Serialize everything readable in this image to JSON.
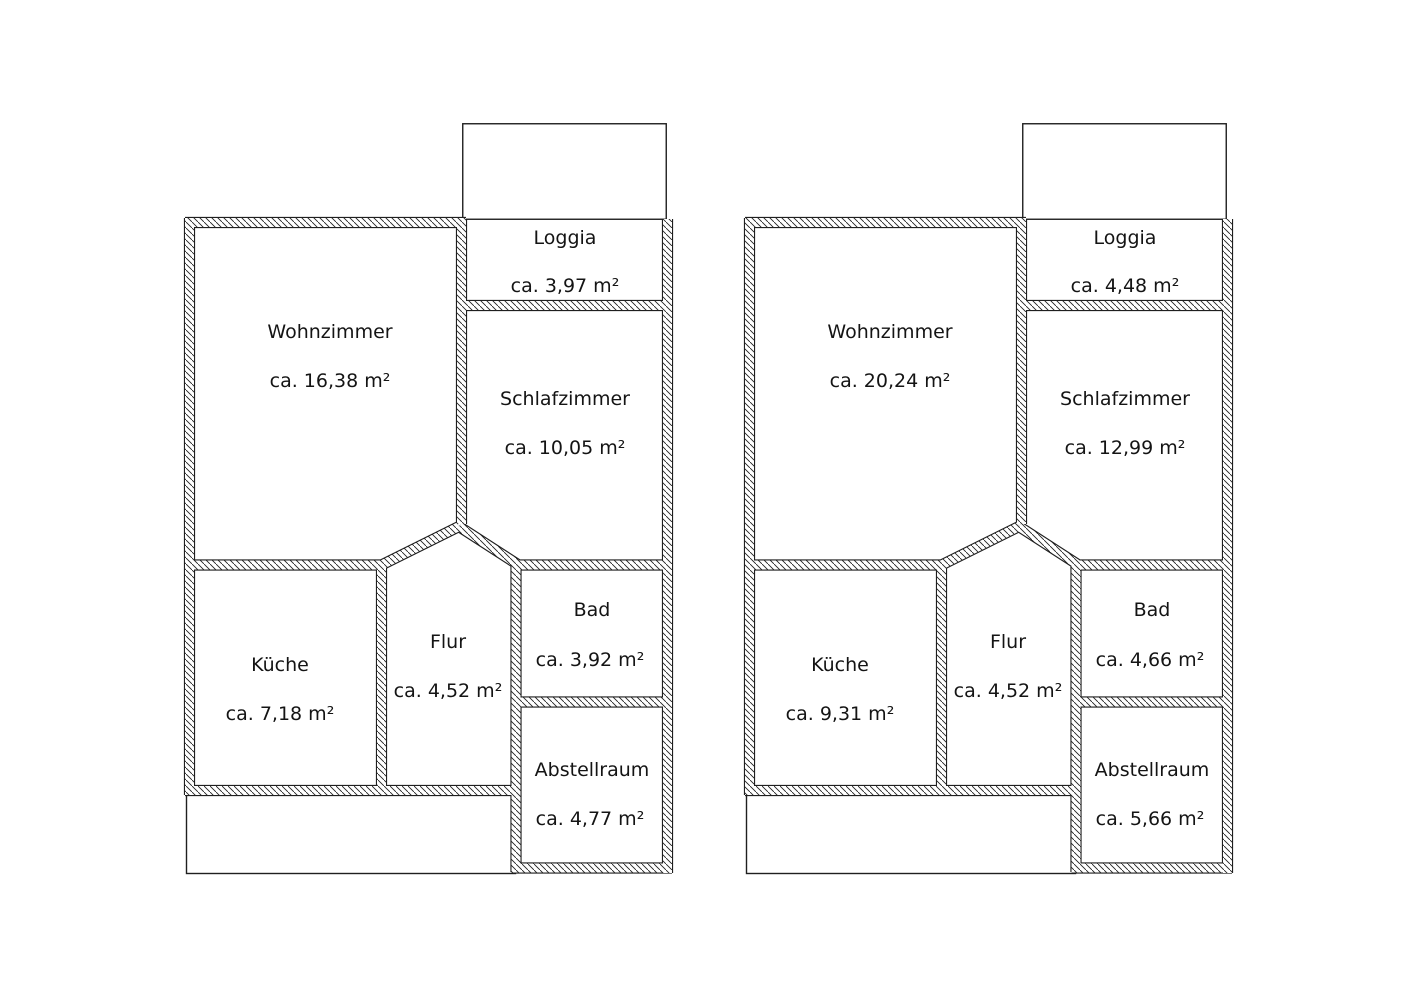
{
  "document_type": "floor-plan-comparison",
  "plans": [
    {
      "name": "floor-plan-1",
      "rooms": [
        {
          "name": "Wohnzimmer",
          "area": "ca. 16,38 m²"
        },
        {
          "name": "Loggia",
          "area": "ca. 3,97 m²"
        },
        {
          "name": "Schlafzimmer",
          "area": "ca. 10,05 m²"
        },
        {
          "name": "Küche",
          "area": "ca. 7,18 m²"
        },
        {
          "name": "Flur",
          "area": "ca. 4,52 m²"
        },
        {
          "name": "Bad",
          "area": "ca. 3,92 m²"
        },
        {
          "name": "Abstellraum",
          "area": "ca. 4,77 m²"
        }
      ]
    },
    {
      "name": "floor-plan-2",
      "rooms": [
        {
          "name": "Wohnzimmer",
          "area": "ca. 20,24 m²"
        },
        {
          "name": "Loggia",
          "area": "ca. 4,48 m²"
        },
        {
          "name": "Schlafzimmer",
          "area": "ca. 12,99 m²"
        },
        {
          "name": "Küche",
          "area": "ca. 9,31 m²"
        },
        {
          "name": "Flur",
          "area": "ca. 4,52 m²"
        },
        {
          "name": "Bad",
          "area": "ca. 4,66 m²"
        },
        {
          "name": "Abstellraum",
          "area": "ca. 5,66 m²"
        }
      ]
    }
  ],
  "colors": {
    "background": "#ffffff",
    "wall_line": "#1f1f1f",
    "text": "#141414"
  }
}
